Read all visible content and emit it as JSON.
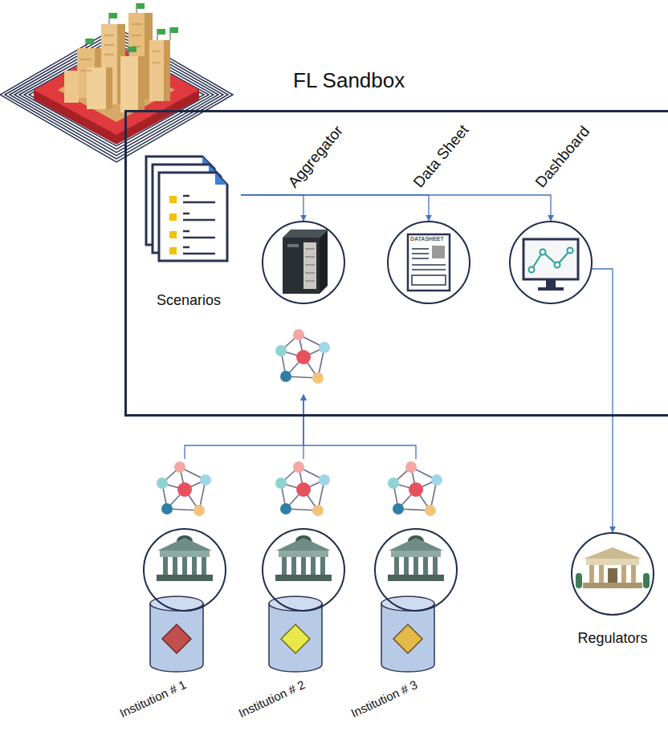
{
  "diagram": {
    "nodes": [
      {
        "text": [
          "FL Sandbox"
        ]
      },
      {
        "text": [
          "Scenarios"
        ],
        "in": 0
      },
      {
        "text": [
          "Aggregator"
        ],
        "in": 0
      },
      {
        "text": [
          "Data Sheet"
        ],
        "in": 0
      },
      {
        "text": [
          "Dashboard"
        ],
        "in": 0
      },
      {
        "text": [
          "Institution # 1"
        ]
      },
      {
        "text": [
          "Institution # 2"
        ]
      },
      {
        "text": [
          "Institution # 3"
        ]
      },
      {
        "text": [
          "Regulators"
        ]
      }
    ],
    "edges": [
      {
        "from": 1,
        "to": 2,
        "arrow": "to"
      },
      {
        "from": 1,
        "to": 3,
        "arrow": "to"
      },
      {
        "from": 1,
        "to": 4,
        "arrow": "to"
      },
      {
        "from": 5,
        "to": 2,
        "arrow": "to"
      },
      {
        "from": 6,
        "to": 2,
        "arrow": "to"
      },
      {
        "from": 7,
        "to": 2,
        "arrow": "to"
      },
      {
        "from": 4,
        "to": 8,
        "arrow": "to"
      }
    ],
    "labels": [
      "DATASHEET"
    ]
  }
}
